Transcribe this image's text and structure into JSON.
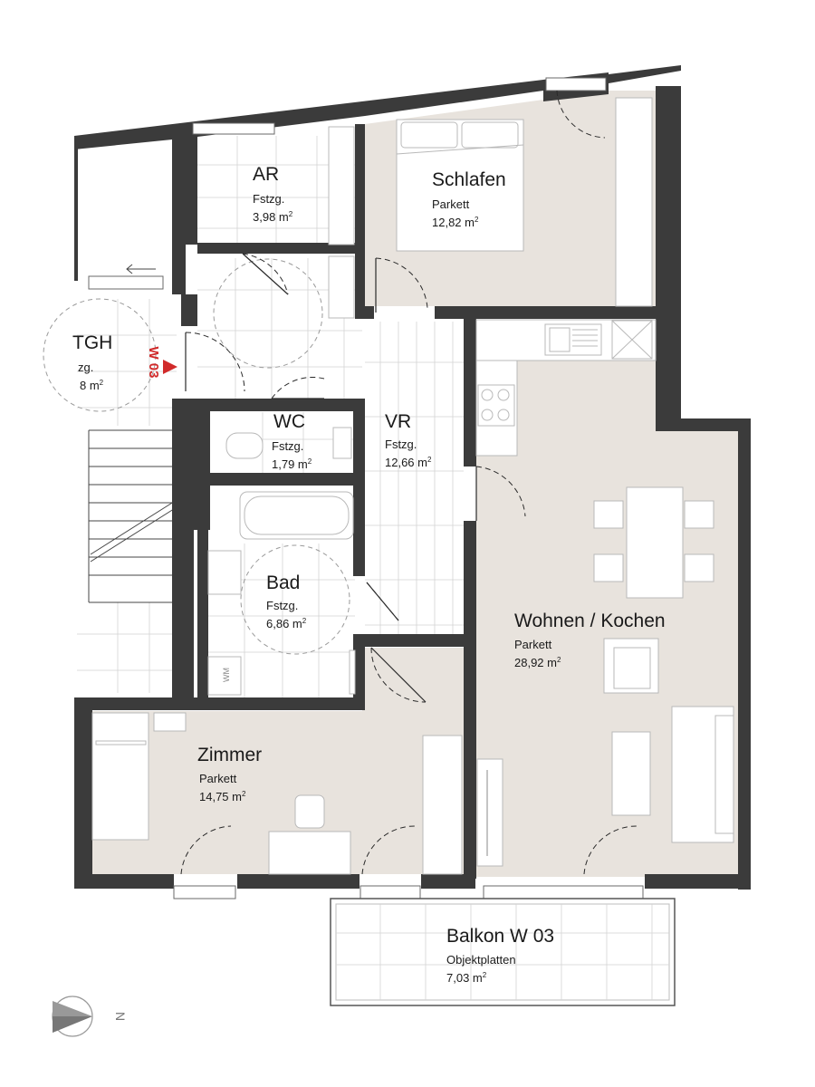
{
  "rooms": {
    "ar": {
      "name": "AR",
      "floor": "Fstzg.",
      "area": "3,98 m",
      "unit_exp": "2"
    },
    "schlafen": {
      "name": "Schlafen",
      "floor": "Parkett",
      "area": "12,82 m",
      "unit_exp": "2"
    },
    "tgh": {
      "name": "TGH",
      "floor": "zg.",
      "area": "8 m",
      "unit_exp": "2"
    },
    "wc": {
      "name": "WC",
      "floor": "Fstzg.",
      "area": "1,79 m",
      "unit_exp": "2"
    },
    "vr": {
      "name": "VR",
      "floor": "Fstzg.",
      "area": "12,66 m",
      "unit_exp": "2"
    },
    "bad": {
      "name": "Bad",
      "floor": "Fstzg.",
      "area": "6,86 m",
      "unit_exp": "2"
    },
    "wohnen": {
      "name": "Wohnen / Kochen",
      "floor": "Parkett",
      "area": "28,92 m",
      "unit_exp": "2"
    },
    "zimmer": {
      "name": "Zimmer",
      "floor": "Parkett",
      "area": "14,75 m",
      "unit_exp": "2"
    },
    "balkon": {
      "name": "Balkon W 03",
      "floor": "Objektplatten",
      "area": "7,03 m",
      "unit_exp": "2"
    }
  },
  "entrance_label": "W 03",
  "washer_label": "WM",
  "north_label": "N",
  "colors": {
    "wall": "#3b3b3b",
    "parquet": "#e8e3dd",
    "tile_floor": "#ffffff",
    "entrance_marker": "#d12a2a"
  }
}
